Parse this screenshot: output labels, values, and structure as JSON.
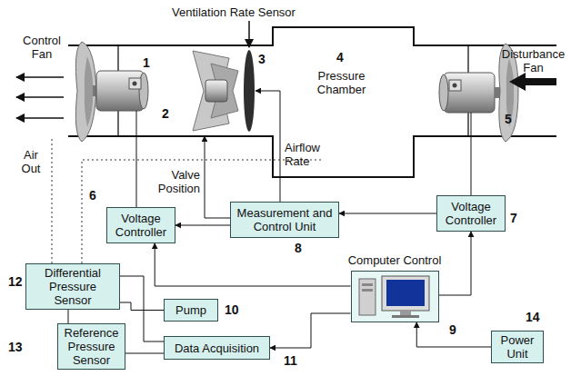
{
  "diagram": {
    "nodes": [
      {
        "text": [
          "Voltage Controller"
        ]
      },
      {
        "text": [
          "Measurement and Control Unit"
        ]
      },
      {
        "text": [
          "Voltage Controller"
        ]
      },
      {
        "text": [
          "Computer Control"
        ]
      },
      {
        "text": [
          "Differential Pressure Sensor"
        ]
      },
      {
        "text": [
          "Pump"
        ]
      },
      {
        "text": [
          "Reference Pressure Sensor"
        ]
      },
      {
        "text": [
          "Data Acquisition"
        ]
      },
      {
        "text": [
          "Power Unit"
        ]
      }
    ],
    "edges": [
      {
        "from": 1,
        "to": 0,
        "arrow": "to"
      },
      {
        "from": 2,
        "to": 1,
        "arrow": "to"
      },
      {
        "from": 3,
        "to": 0,
        "arrow": "to"
      },
      {
        "from": 3,
        "to": 2,
        "arrow": "to"
      },
      {
        "from": 3,
        "to": 7,
        "arrow": "to"
      },
      {
        "from": 8,
        "to": 3,
        "arrow": "to"
      },
      {
        "from": 4,
        "to": 5,
        "arrow": "none"
      },
      {
        "from": 4,
        "to": 7,
        "arrow": "none"
      },
      {
        "from": 4,
        "to": 6,
        "arrow": "none"
      },
      {
        "from": 6,
        "to": 7,
        "arrow": "none"
      }
    ],
    "labels": [
      "Control Fan",
      "1",
      "2",
      "Air Out",
      "Ventilation Rate Sensor",
      "3",
      "4",
      "Pressure Chamber",
      "Disturbance Fan",
      "5",
      "Airflow Rate",
      "Valve Position",
      "6",
      "7",
      "8",
      "9",
      "10",
      "11",
      "12",
      "13",
      "14"
    ]
  }
}
